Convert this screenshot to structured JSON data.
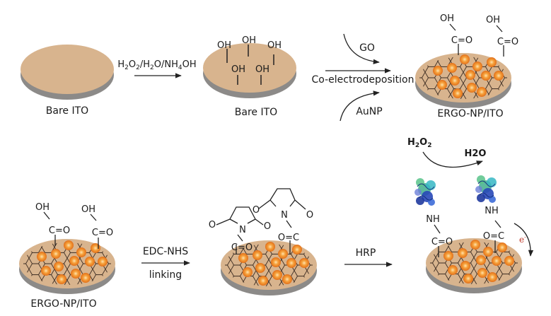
{
  "colors": {
    "disk_top": "#d8b48e",
    "disk_side": "#8c8a88",
    "nanoparticle": "#f28a1e",
    "electron": "#c0392b"
  },
  "step1": {
    "disk_label": "Bare ITO",
    "reagent": {
      "h": "H",
      "two": "2",
      "o": "O",
      "sep": "/",
      "nh": "NH",
      "four": "4",
      "oh": "OH"
    }
  },
  "step2": {
    "disk_label": "Bare ITO",
    "group": "OH"
  },
  "step3": {
    "top_reagent": "GO",
    "process": "Co-electrodeposition",
    "bottom_reagent": "AuNP",
    "disk_label": "ERGO-NP/ITO",
    "groups": {
      "oh": "OH",
      "co": "C=O"
    }
  },
  "step4": {
    "disk_label": "ERGO-NP/ITO",
    "groups": {
      "oh": "OH",
      "co": "C=O"
    },
    "reagent_line1": "EDC-NHS",
    "reagent_line2": "linking"
  },
  "step5": {
    "groups": {
      "o": "O",
      "n": "N",
      "co": "C=O",
      "oc": "O=C"
    },
    "reagent": "HRP"
  },
  "step6": {
    "substrate_h": "H",
    "substrate_2": "2",
    "substrate_o": "O",
    "product": "H2O",
    "groups": {
      "nh": "NH",
      "co": "C=O",
      "oc": "O=C"
    },
    "electron": "e",
    "electron_sup": "-"
  }
}
